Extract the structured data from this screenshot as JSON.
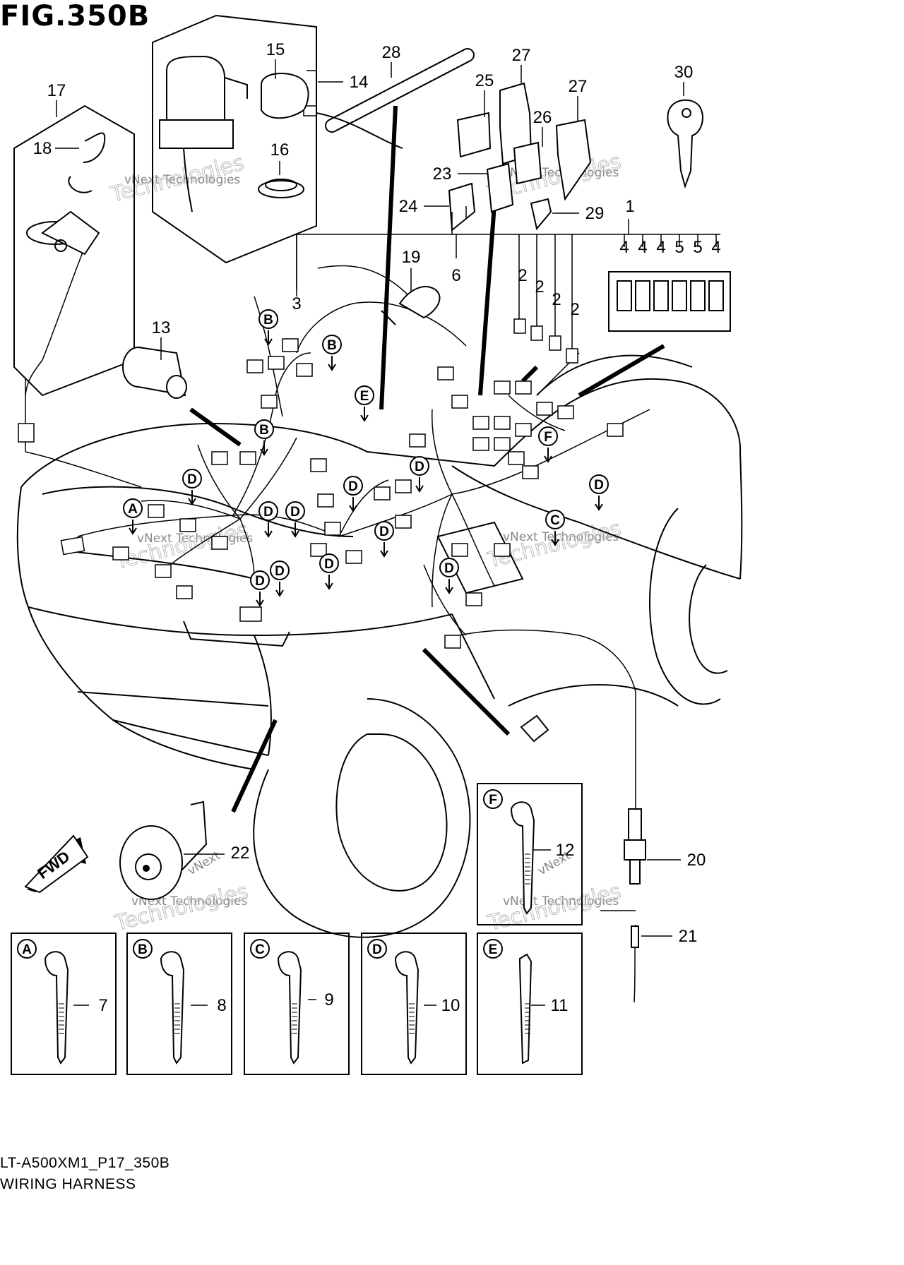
{
  "figure": {
    "title": "FIG.350B",
    "code": "LT-A500XM1_P17_350B",
    "caption": "WIRING HARNESS"
  },
  "watermark": {
    "small": "vNext Technologies",
    "large": "Technologies",
    "mark": "vNext"
  },
  "fwd_label": "FWD",
  "callouts": [
    {
      "id": "c1",
      "label": "1"
    },
    {
      "id": "c2a",
      "label": "2"
    },
    {
      "id": "c2b",
      "label": "2"
    },
    {
      "id": "c2c",
      "label": "2"
    },
    {
      "id": "c2d",
      "label": "2"
    },
    {
      "id": "c3",
      "label": "3"
    },
    {
      "id": "c4a",
      "label": "4"
    },
    {
      "id": "c4b",
      "label": "4"
    },
    {
      "id": "c4c",
      "label": "4"
    },
    {
      "id": "c5a",
      "label": "5"
    },
    {
      "id": "c5b",
      "label": "5"
    },
    {
      "id": "c4d",
      "label": "4"
    },
    {
      "id": "c6",
      "label": "6"
    },
    {
      "id": "c7",
      "label": "7"
    },
    {
      "id": "c8",
      "label": "8"
    },
    {
      "id": "c9",
      "label": "9"
    },
    {
      "id": "c10",
      "label": "10"
    },
    {
      "id": "c11",
      "label": "11"
    },
    {
      "id": "c12",
      "label": "12"
    },
    {
      "id": "c13",
      "label": "13"
    },
    {
      "id": "c14",
      "label": "14"
    },
    {
      "id": "c15",
      "label": "15"
    },
    {
      "id": "c16",
      "label": "16"
    },
    {
      "id": "c17",
      "label": "17"
    },
    {
      "id": "c18",
      "label": "18"
    },
    {
      "id": "c19",
      "label": "19"
    },
    {
      "id": "c20",
      "label": "20"
    },
    {
      "id": "c21",
      "label": "21"
    },
    {
      "id": "c22",
      "label": "22"
    },
    {
      "id": "c23",
      "label": "23"
    },
    {
      "id": "c24",
      "label": "24"
    },
    {
      "id": "c25",
      "label": "25"
    },
    {
      "id": "c26",
      "label": "26"
    },
    {
      "id": "c27a",
      "label": "27"
    },
    {
      "id": "c27b",
      "label": "27"
    },
    {
      "id": "c28",
      "label": "28"
    },
    {
      "id": "c29",
      "label": "29"
    },
    {
      "id": "c30",
      "label": "30"
    }
  ],
  "clamp_markers": [
    {
      "id": "mA1",
      "label": "A"
    },
    {
      "id": "mB1",
      "label": "B"
    },
    {
      "id": "mB2",
      "label": "B"
    },
    {
      "id": "mB3",
      "label": "B"
    },
    {
      "id": "mE1",
      "label": "E"
    },
    {
      "id": "mF1",
      "label": "F"
    },
    {
      "id": "mC1",
      "label": "C"
    },
    {
      "id": "mD1",
      "label": "D"
    },
    {
      "id": "mD2",
      "label": "D"
    },
    {
      "id": "mD3",
      "label": "D"
    },
    {
      "id": "mD4",
      "label": "D"
    },
    {
      "id": "mD5",
      "label": "D"
    },
    {
      "id": "mD6",
      "label": "D"
    },
    {
      "id": "mD7",
      "label": "D"
    },
    {
      "id": "mD8",
      "label": "D"
    },
    {
      "id": "mD9",
      "label": "D"
    },
    {
      "id": "mD10",
      "label": "D"
    },
    {
      "id": "mD11",
      "label": "D"
    }
  ],
  "inset_boxes": [
    {
      "id": "boxA",
      "marker": "A",
      "part": "7"
    },
    {
      "id": "boxB",
      "marker": "B",
      "part": "8"
    },
    {
      "id": "boxC",
      "marker": "C",
      "part": "9"
    },
    {
      "id": "boxD",
      "marker": "D",
      "part": "10"
    },
    {
      "id": "boxE",
      "marker": "E",
      "part": "11"
    },
    {
      "id": "boxF",
      "marker": "F",
      "part": "12"
    }
  ]
}
